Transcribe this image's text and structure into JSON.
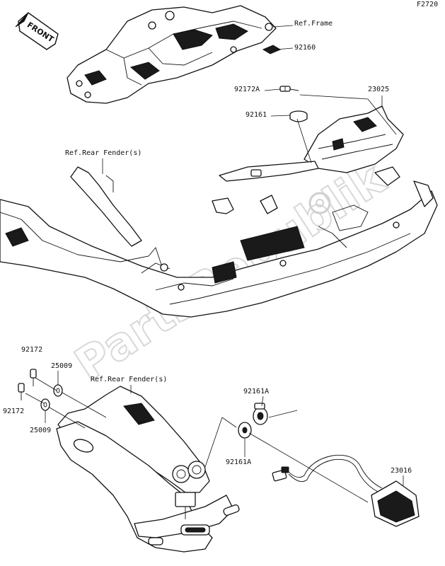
{
  "figure_code": "F2720",
  "front_label": "FRONT",
  "watermark": "PartsRepublik",
  "labels": {
    "ref_frame": "Ref.Frame",
    "p92160": "92160",
    "p92172A": "92172A",
    "p23025": "23025",
    "p92161": "92161",
    "ref_rear_fender_top": "Ref.Rear Fender(s)",
    "p92172_top": "92172",
    "p25009_top": "25009",
    "ref_rear_fender_bottom": "Ref.Rear Fender(s)",
    "p92161A_top": "92161A",
    "p92172_bottom": "92172",
    "p25009_bottom": "25009",
    "p92161A_bottom": "92161A",
    "p23016": "23016"
  }
}
